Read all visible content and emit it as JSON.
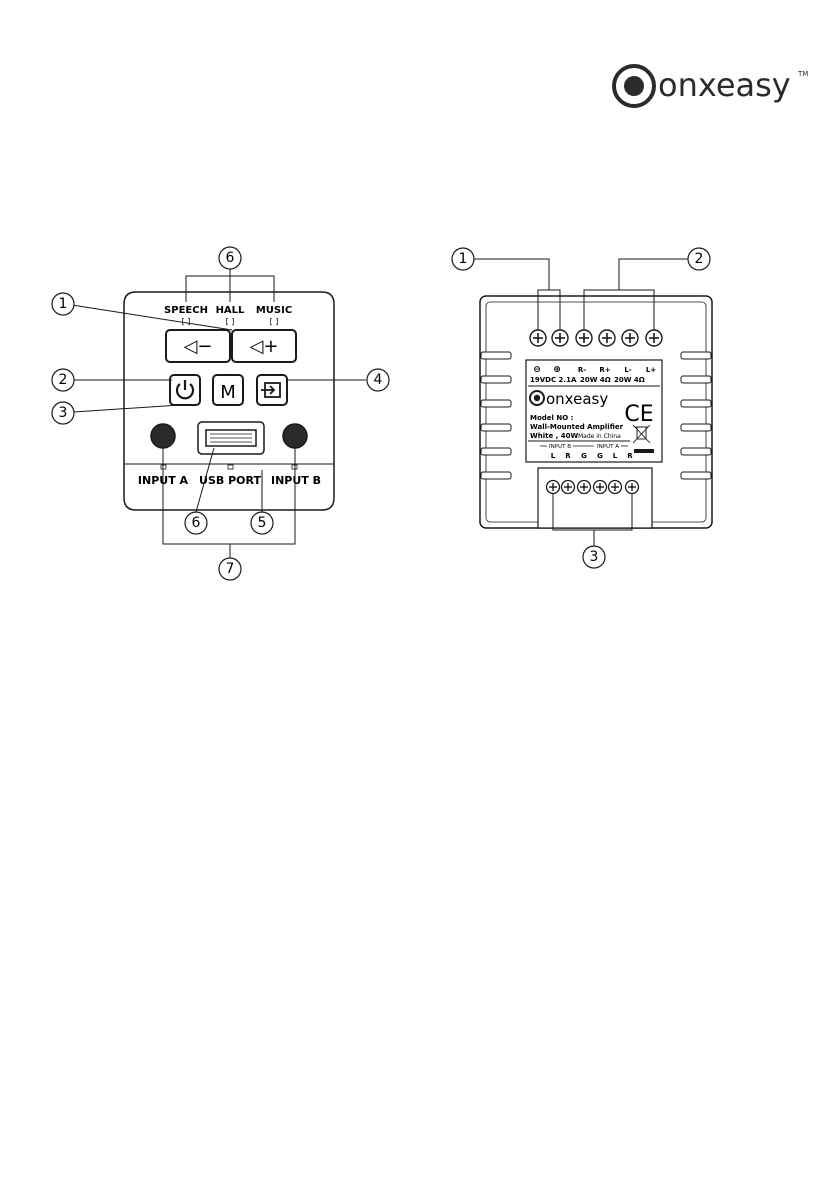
{
  "brand": {
    "mark": "c",
    "name": "onxeasy",
    "tm": "TM",
    "color": "#2b2b2b"
  },
  "front_panel": {
    "modes": [
      "SPEECH",
      "HALL",
      "MUSIC"
    ],
    "mode_indicator": "[ ]",
    "buttons": {
      "vol_down": "◁−",
      "vol_up": "◁+",
      "mode": "M"
    },
    "ports": [
      "INPUT A",
      "USB PORT",
      "INPUT B"
    ],
    "callouts": [
      "1",
      "2",
      "3",
      "4",
      "5",
      "6",
      "6",
      "7"
    ]
  },
  "rear_panel": {
    "power_minus": "⊖",
    "power_plus": "⊕",
    "terminal_labels_top": [
      "R-",
      "R+",
      "L-",
      "L+"
    ],
    "power_spec": "19VDC 2.1A",
    "speaker_spec_r": "20W 4Ω",
    "speaker_spec_l": "20W 4Ω",
    "label_brand": "onxeasy",
    "model_line": "Model NO :",
    "product_line": "Wall-Mounted Amplifier",
    "color_line": "White , 40W",
    "made_in": "Made in China",
    "ce_mark": "CE",
    "input_b": "INPUT B",
    "input_a": "INPUT A",
    "input_pins": [
      "L",
      "R",
      "G",
      "G",
      "L",
      "R"
    ],
    "callouts": [
      "1",
      "2",
      "3"
    ]
  }
}
